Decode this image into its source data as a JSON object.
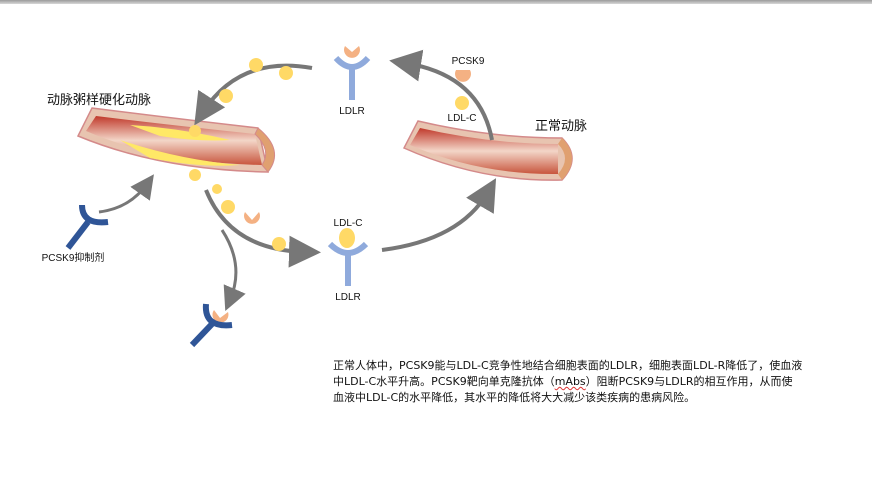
{
  "labels": {
    "atherosclerotic_artery": "动脉粥样硬化动脉",
    "normal_artery": "正常动脉",
    "ldlr_top": "LDLR",
    "ldlr_bottom": "LDLR",
    "pcsk9": "PCSK9",
    "ldlc_right": "LDL-C",
    "ldlc_bottom": "LDL-C",
    "pcsk9_inhibitor": "PCSK9抑制剂"
  },
  "description": {
    "part1": "正常人体中，PCSK9能与LDL-C竞争性地结合细胞表面的LDLR，细胞表面LDL-R降低了，使血液中LDL-C水平升高。PCSK9靶向单克隆抗体（",
    "mabs": "mAbs",
    "part2": "）阻断PCSK9与LDLR的相互作用，从而使血液中LDL-C的水平降低，其水平的降低将大大减少该类疾病的患病风险。"
  },
  "colors": {
    "ldl_c": "#ffd966",
    "pcsk9": "#f4b183",
    "ldlr": "#8faadc",
    "inhibitor": "#2f5597",
    "arrow": "#777777"
  }
}
